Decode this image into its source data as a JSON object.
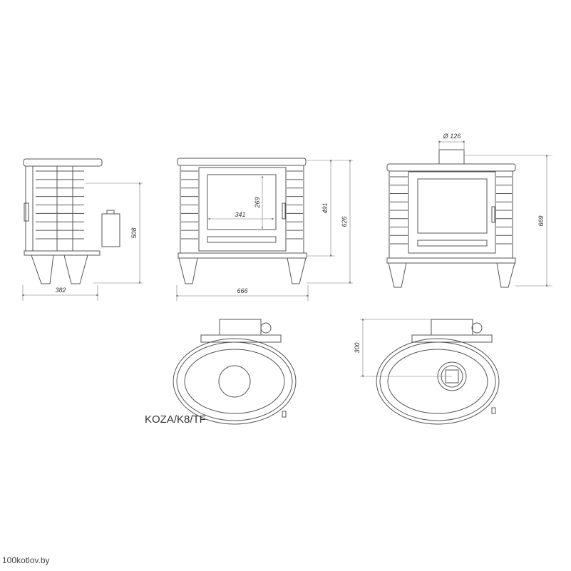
{
  "model_label": "KOZA/K8/TF",
  "watermark": "100kotlov.by",
  "dimensions": {
    "side_depth": "382",
    "side_flue_height": "508",
    "front_width": "666",
    "glass_width": "341",
    "glass_height": "269",
    "body_height": "491",
    "total_height_front": "626",
    "total_height_flue": "669",
    "flue_diameter": "Ø 126",
    "top_flue_offset": "300"
  }
}
